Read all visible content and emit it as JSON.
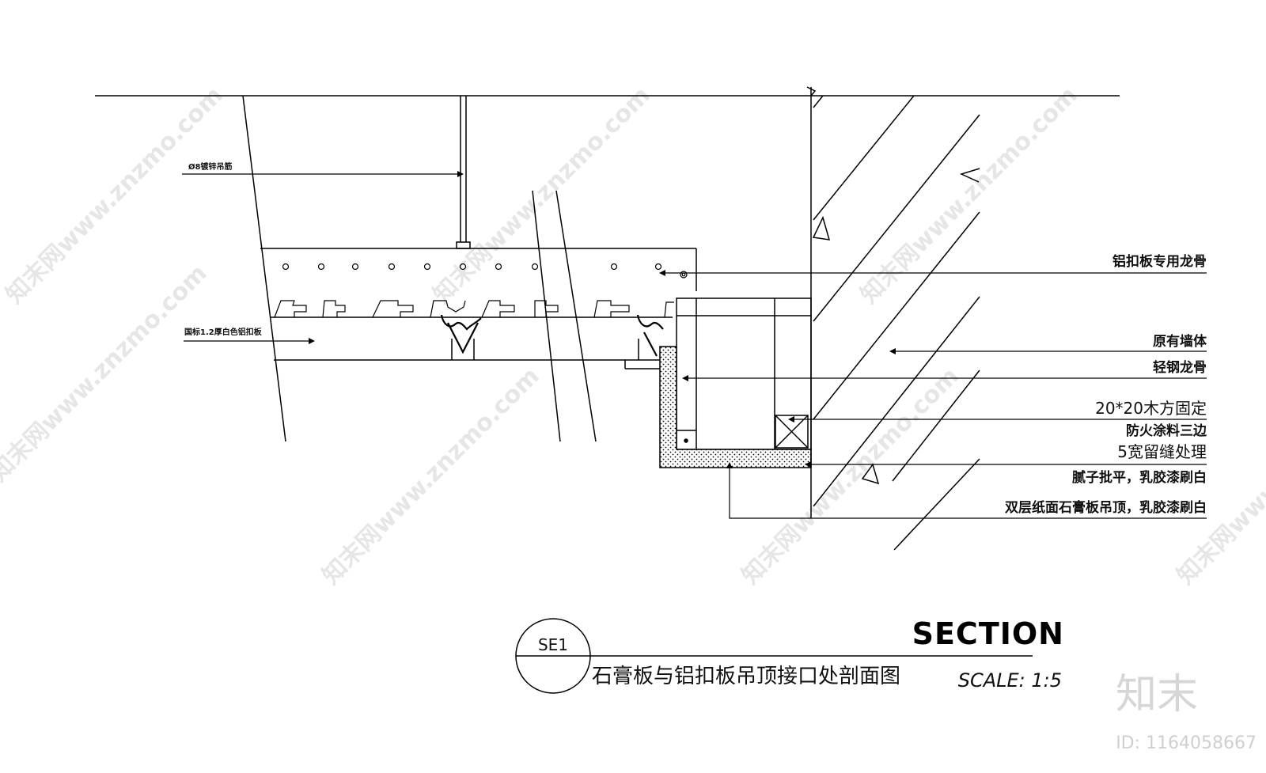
{
  "labels": {
    "hanger_rod": "Ø8镀锌吊筋",
    "alu_panel": "国标1.2厚白色铝扣板",
    "alu_keel": "铝扣板专用龙骨",
    "existing_wall": "原有墙体",
    "steel_keel": "轻钢龙骨",
    "wood_block": "20*20木方固定",
    "fire_coating": "防火涂料三边",
    "gap_treatment": "5宽留缝处理",
    "putty_paint": "腻子批平，乳胶漆刷白",
    "gypsum_ceiling": "双层纸面石膏板吊顶，乳胶漆刷白"
  },
  "title_block": {
    "tag": "SE1",
    "title_cn": "石膏板与铝扣板吊顶接口处剖面图",
    "title_en": "SECTION",
    "scale": "SCALE:  1:5"
  },
  "watermark": {
    "text": "知末网www.znzmo.com",
    "brand": "知末",
    "id": "ID: 1164058667"
  }
}
